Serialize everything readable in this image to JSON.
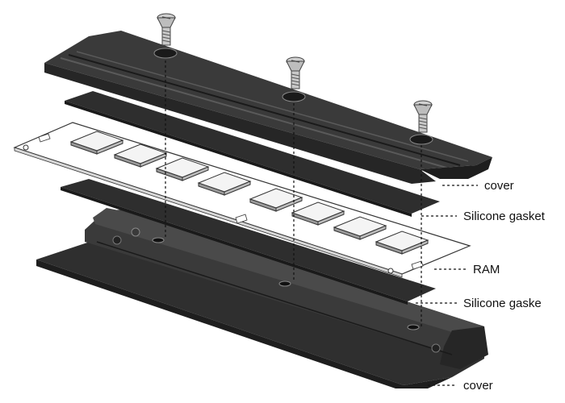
{
  "labels": {
    "cover_top": "cover",
    "gasket_top": "Silicone gasket",
    "ram": "RAM",
    "gasket_bottom": "Silicone gaske",
    "cover_bottom": "cover"
  },
  "colors": {
    "cover": "#3a3a3a",
    "cover_dark": "#262626",
    "cover_light": "#5a5a5a",
    "gasket": "#2e2e2e",
    "pcb": "#ffffff",
    "chip_top": "#f4f4f4",
    "chip_side": "#9a9a9a",
    "screw": "#bdbdbd",
    "line": "#111111"
  },
  "icons": {
    "screw": "countersunk-screw-icon"
  }
}
